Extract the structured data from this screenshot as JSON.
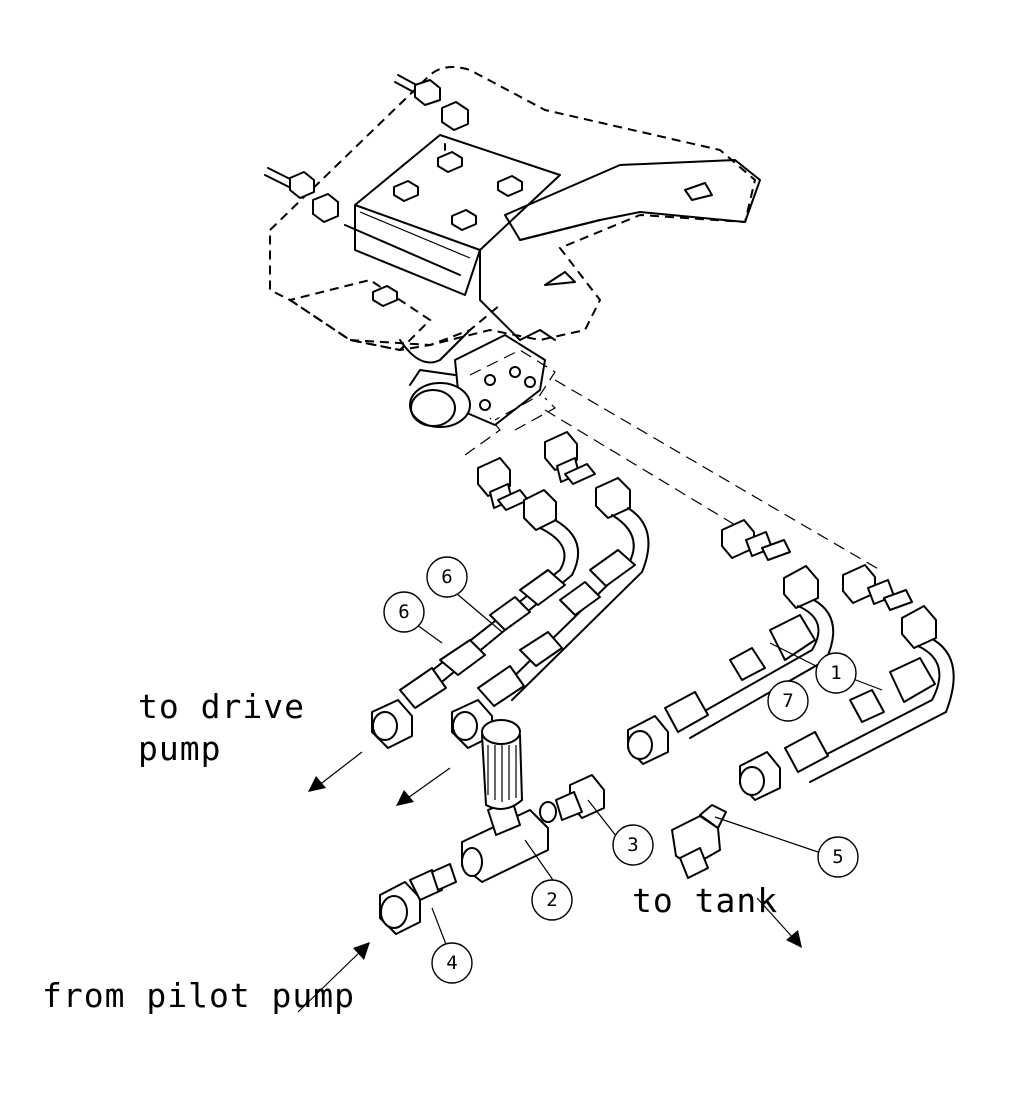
{
  "labels": {
    "to_drive_pump_line1": "to drive",
    "to_drive_pump_line2": "pump",
    "to_tank": "to tank",
    "from_pilot_pump": "from pilot pump"
  },
  "balloons": {
    "b1": "1",
    "b2": "2",
    "b3": "3",
    "b4": "4",
    "b5": "5",
    "b6a": "6",
    "b6b": "6",
    "b7": "7"
  }
}
